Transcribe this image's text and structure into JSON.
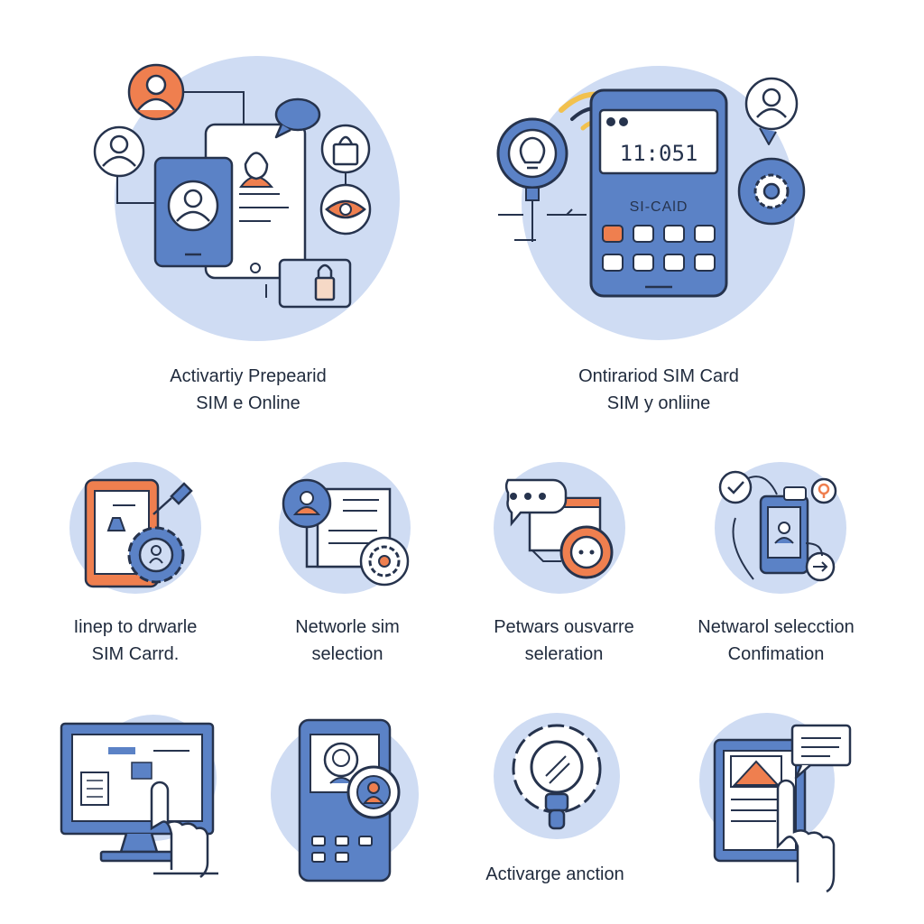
{
  "colors": {
    "circle_fill": "#cfdcf3",
    "accent_blue": "#5b82c6",
    "accent_orange": "#ef7f4f",
    "stroke_dark": "#26334d",
    "background": "#ffffff"
  },
  "hero": [
    {
      "caption_line1": "Activartiy Prepearid",
      "caption_line2": "SIM e Online",
      "icons": [
        "user-avatar-icon",
        "phone-profile-icon",
        "document-icon",
        "chat-bubble-icon",
        "shopping-bag-icon",
        "eye-icon",
        "padlock-icon"
      ]
    },
    {
      "caption_line1": "Ontirariod SIM Card",
      "caption_line2": "SIM y onliine",
      "phone_screen_time": "11:051",
      "phone_label": "SI-CAlD",
      "icons": [
        "lightbulb-icon",
        "wifi-icon",
        "user-avatar-icon",
        "gear-icon",
        "keypad-icon"
      ]
    }
  ],
  "features": [
    {
      "caption_line1": "Iinep to drwarle",
      "caption_line2": "SIM Carrd.",
      "icon": "tablet-gear-icon"
    },
    {
      "caption_line1": "Networle sim",
      "caption_line2": "selection",
      "icon": "profile-document-icon"
    },
    {
      "caption_line1": "Petwars ousvarre",
      "caption_line2": "seleration",
      "icon": "chat-browser-icon"
    },
    {
      "caption_line1": "Netwarol selecction",
      "caption_line2": "Confimation",
      "icon": "phone-check-icon"
    }
  ],
  "bottom": [
    {
      "icon": "monitor-touch-icon"
    },
    {
      "icon": "phone-camera-icon"
    },
    {
      "icon": "lightbulb-gear-icon",
      "caption": "Activarge anction"
    },
    {
      "icon": "tablet-chat-touch-icon"
    }
  ]
}
